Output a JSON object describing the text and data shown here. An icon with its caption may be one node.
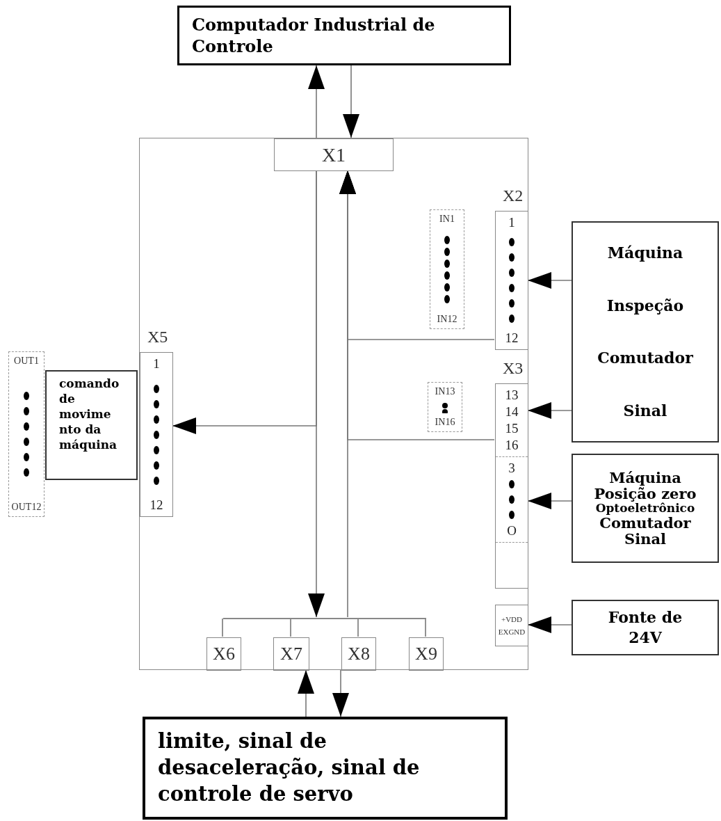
{
  "diagram": {
    "nodes": [
      {
        "text": [
          "Computador Industrial de Controle"
        ]
      },
      {
        "text": [],
        "shape": "box"
      },
      {
        "text": [
          "X1"
        ],
        "in": 1
      },
      {
        "text": [
          "IN1",
          "IN12"
        ],
        "in": 1
      },
      {
        "text": [
          "X2",
          "1",
          "12"
        ],
        "in": 1
      },
      {
        "text": [
          "IN13",
          "IN16"
        ],
        "in": 1
      },
      {
        "text": [
          "X3",
          "13",
          "14",
          "15",
          "16",
          "3",
          "O"
        ],
        "in": 1
      },
      {
        "text": [
          "+VDD",
          "EXGND"
        ],
        "in": 1
      },
      {
        "text": [
          "X5",
          "1",
          "12"
        ],
        "in": 1
      },
      {
        "text": [],
        "shape": "bar",
        "in": 1
      },
      {
        "text": [
          "X6"
        ],
        "in": 1
      },
      {
        "text": [
          "X7"
        ],
        "in": 1
      },
      {
        "text": [
          "X8"
        ],
        "in": 1
      },
      {
        "text": [
          "X9"
        ],
        "in": 1
      },
      {
        "text": [
          "Máquina",
          "Inspeção",
          "Comutador",
          "Sinal"
        ]
      },
      {
        "text": [
          "Máquina",
          "Posição zero",
          "Optoeletrônico",
          "Comutador",
          "Sinal"
        ]
      },
      {
        "text": [
          "Fonte de 24V"
        ]
      },
      {
        "text": [
          "OUT1",
          "OUT12"
        ]
      },
      {
        "text": [
          "comando de movime nto da máquina"
        ]
      },
      {
        "text": [
          "limite, sinal de desaceleração, sinal de controle de servo"
        ]
      }
    ],
    "edges": [
      {
        "from": 2,
        "to": 0,
        "arrow": "to"
      },
      {
        "from": 0,
        "to": 2,
        "arrow": "to"
      },
      {
        "from": 2,
        "to": 9,
        "arrow": "to"
      },
      {
        "from": 9,
        "to": 2,
        "arrow": "to"
      },
      {
        "from": 4,
        "to": 2,
        "arrow": "to"
      },
      {
        "from": 6,
        "to": 2,
        "arrow": "to"
      },
      {
        "from": 2,
        "to": 8,
        "arrow": "to"
      },
      {
        "from": 14,
        "to": 4,
        "arrow": "to"
      },
      {
        "from": 14,
        "to": 6,
        "arrow": "to"
      },
      {
        "from": 15,
        "to": 6,
        "arrow": "to"
      },
      {
        "from": 16,
        "to": 7,
        "arrow": "to"
      },
      {
        "from": 9,
        "to": 10,
        "arrow": "none"
      },
      {
        "from": 9,
        "to": 11,
        "arrow": "none"
      },
      {
        "from": 9,
        "to": 12,
        "arrow": "none"
      },
      {
        "from": 9,
        "to": 13,
        "arrow": "none"
      },
      {
        "from": 19,
        "to": 11,
        "arrow": "to"
      },
      {
        "from": 12,
        "to": 19,
        "arrow": "to"
      }
    ]
  }
}
